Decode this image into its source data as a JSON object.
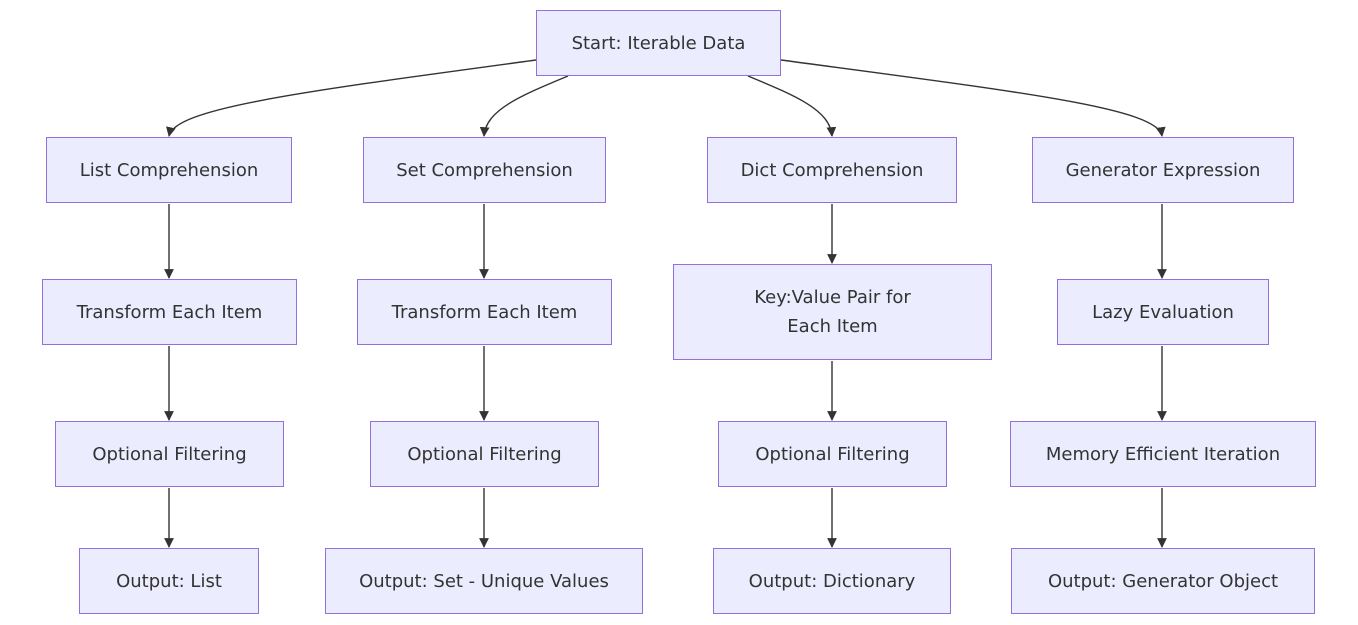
{
  "nodes": {
    "start": "Start: Iterable Data",
    "list": {
      "title": "List Comprehension",
      "transform": "Transform Each Item",
      "filter": "Optional Filtering",
      "output": "Output: List"
    },
    "set": {
      "title": "Set Comprehension",
      "transform": "Transform Each Item",
      "filter": "Optional Filtering",
      "output": "Output: Set - Unique Values"
    },
    "dict": {
      "title": "Dict Comprehension",
      "transform": "Key:Value Pair for Each Item",
      "filter": "Optional Filtering",
      "output": "Output: Dictionary"
    },
    "generator": {
      "title": "Generator Expression",
      "transform": "Lazy Evaluation",
      "filter": "Memory Efficient Iteration",
      "output": "Output: Generator Object"
    }
  },
  "colors": {
    "node_fill": "#ececff",
    "node_border": "#9370db",
    "edge": "#333333",
    "text": "#333333"
  }
}
